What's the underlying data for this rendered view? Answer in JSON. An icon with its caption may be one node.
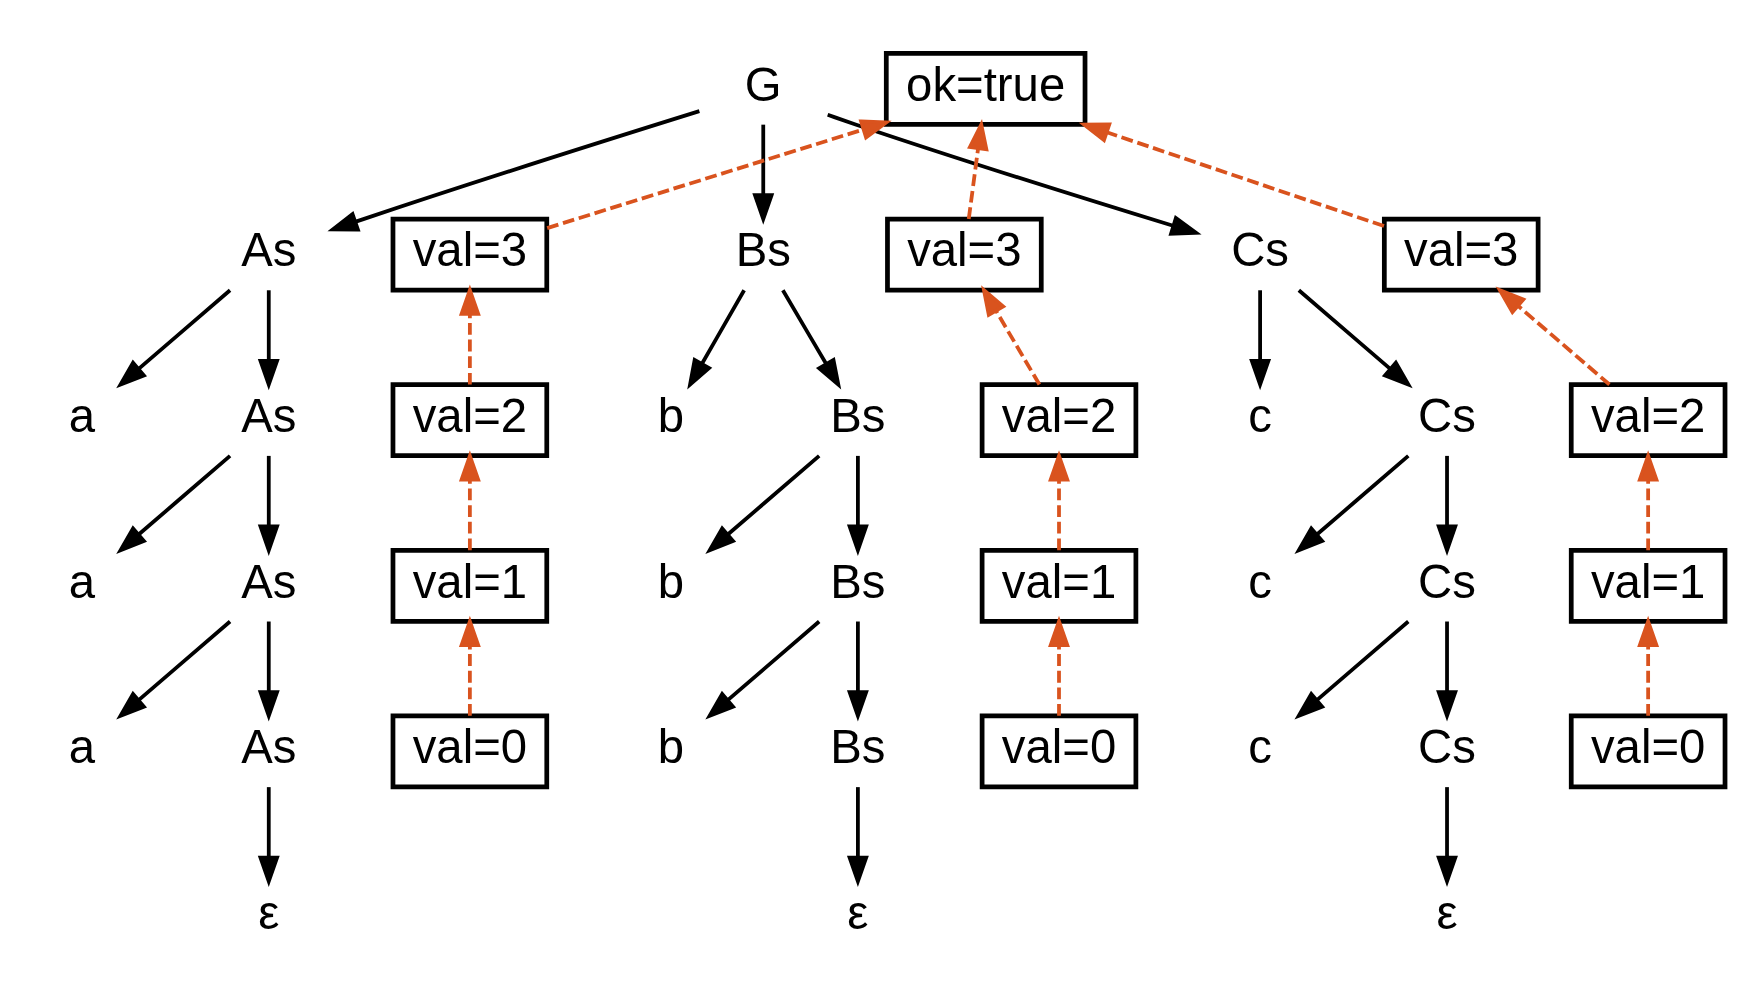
{
  "diagram": {
    "nodes": [
      {
        "text": [
          "ok=true"
        ]
      },
      {
        "text": [
          "G"
        ]
      },
      {
        "text": [
          "val=3"
        ]
      },
      {
        "text": [
          "As"
        ]
      },
      {
        "text": [
          "val=3"
        ]
      },
      {
        "text": [
          "Bs"
        ]
      },
      {
        "text": [
          "val=3"
        ]
      },
      {
        "text": [
          "Cs"
        ]
      },
      {
        "text": [
          "a"
        ]
      },
      {
        "text": [
          "val=2"
        ]
      },
      {
        "text": [
          "As"
        ]
      },
      {
        "text": [
          "b"
        ]
      },
      {
        "text": [
          "val=2"
        ]
      },
      {
        "text": [
          "Bs"
        ]
      },
      {
        "text": [
          "c"
        ]
      },
      {
        "text": [
          "val=2"
        ]
      },
      {
        "text": [
          "Cs"
        ]
      },
      {
        "text": [
          "a"
        ]
      },
      {
        "text": [
          "val=1"
        ]
      },
      {
        "text": [
          "As"
        ]
      },
      {
        "text": [
          "b"
        ]
      },
      {
        "text": [
          "val=1"
        ]
      },
      {
        "text": [
          "Bs"
        ]
      },
      {
        "text": [
          "c"
        ]
      },
      {
        "text": [
          "val=1"
        ]
      },
      {
        "text": [
          "Cs"
        ]
      },
      {
        "text": [
          "a"
        ]
      },
      {
        "text": [
          "val=0"
        ]
      },
      {
        "text": [
          "As"
        ]
      },
      {
        "text": [
          "b"
        ]
      },
      {
        "text": [
          "val=0"
        ]
      },
      {
        "text": [
          "Bs"
        ]
      },
      {
        "text": [
          "c"
        ]
      },
      {
        "text": [
          "val=0"
        ]
      },
      {
        "text": [
          "Cs"
        ]
      },
      {
        "text": [
          "ε"
        ]
      },
      {
        "text": [
          "ε"
        ]
      },
      {
        "text": [
          "ε"
        ]
      }
    ],
    "edges": [
      {
        "from": 1,
        "to": 3,
        "arrow": "to"
      },
      {
        "from": 1,
        "to": 5,
        "arrow": "to"
      },
      {
        "from": 1,
        "to": 7,
        "arrow": "to"
      },
      {
        "from": 3,
        "to": 8,
        "arrow": "to"
      },
      {
        "from": 3,
        "to": 10,
        "arrow": "to"
      },
      {
        "from": 10,
        "to": 17,
        "arrow": "to"
      },
      {
        "from": 10,
        "to": 19,
        "arrow": "to"
      },
      {
        "from": 19,
        "to": 26,
        "arrow": "to"
      },
      {
        "from": 19,
        "to": 28,
        "arrow": "to"
      },
      {
        "from": 28,
        "to": 35,
        "arrow": "to"
      },
      {
        "from": 5,
        "to": 11,
        "arrow": "to"
      },
      {
        "from": 5,
        "to": 13,
        "arrow": "to"
      },
      {
        "from": 13,
        "to": 20,
        "arrow": "to"
      },
      {
        "from": 13,
        "to": 22,
        "arrow": "to"
      },
      {
        "from": 22,
        "to": 29,
        "arrow": "to"
      },
      {
        "from": 22,
        "to": 31,
        "arrow": "to"
      },
      {
        "from": 31,
        "to": 36,
        "arrow": "to"
      },
      {
        "from": 7,
        "to": 14,
        "arrow": "to"
      },
      {
        "from": 7,
        "to": 16,
        "arrow": "to"
      },
      {
        "from": 16,
        "to": 23,
        "arrow": "to"
      },
      {
        "from": 16,
        "to": 25,
        "arrow": "to"
      },
      {
        "from": 25,
        "to": 32,
        "arrow": "to"
      },
      {
        "from": 25,
        "to": 34,
        "arrow": "to"
      },
      {
        "from": 34,
        "to": 37,
        "arrow": "to"
      },
      {
        "from": 27,
        "to": 18,
        "arrow": "to",
        "style": "dashed",
        "color": "#d9531e"
      },
      {
        "from": 18,
        "to": 9,
        "arrow": "to",
        "style": "dashed",
        "color": "#d9531e"
      },
      {
        "from": 9,
        "to": 2,
        "arrow": "to",
        "style": "dashed",
        "color": "#d9531e"
      },
      {
        "from": 2,
        "to": 0,
        "arrow": "to",
        "style": "dashed",
        "color": "#d9531e"
      },
      {
        "from": 30,
        "to": 21,
        "arrow": "to",
        "style": "dashed",
        "color": "#d9531e"
      },
      {
        "from": 21,
        "to": 12,
        "arrow": "to",
        "style": "dashed",
        "color": "#d9531e"
      },
      {
        "from": 12,
        "to": 4,
        "arrow": "to",
        "style": "dashed",
        "color": "#d9531e"
      },
      {
        "from": 4,
        "to": 0,
        "arrow": "to",
        "style": "dashed",
        "color": "#d9531e"
      },
      {
        "from": 33,
        "to": 24,
        "arrow": "to",
        "style": "dashed",
        "color": "#d9531e"
      },
      {
        "from": 24,
        "to": 15,
        "arrow": "to",
        "style": "dashed",
        "color": "#d9531e"
      },
      {
        "from": 15,
        "to": 6,
        "arrow": "to",
        "style": "dashed",
        "color": "#d9531e"
      },
      {
        "from": 6,
        "to": 0,
        "arrow": "to",
        "style": "dashed",
        "color": "#d9531e"
      }
    ]
  }
}
